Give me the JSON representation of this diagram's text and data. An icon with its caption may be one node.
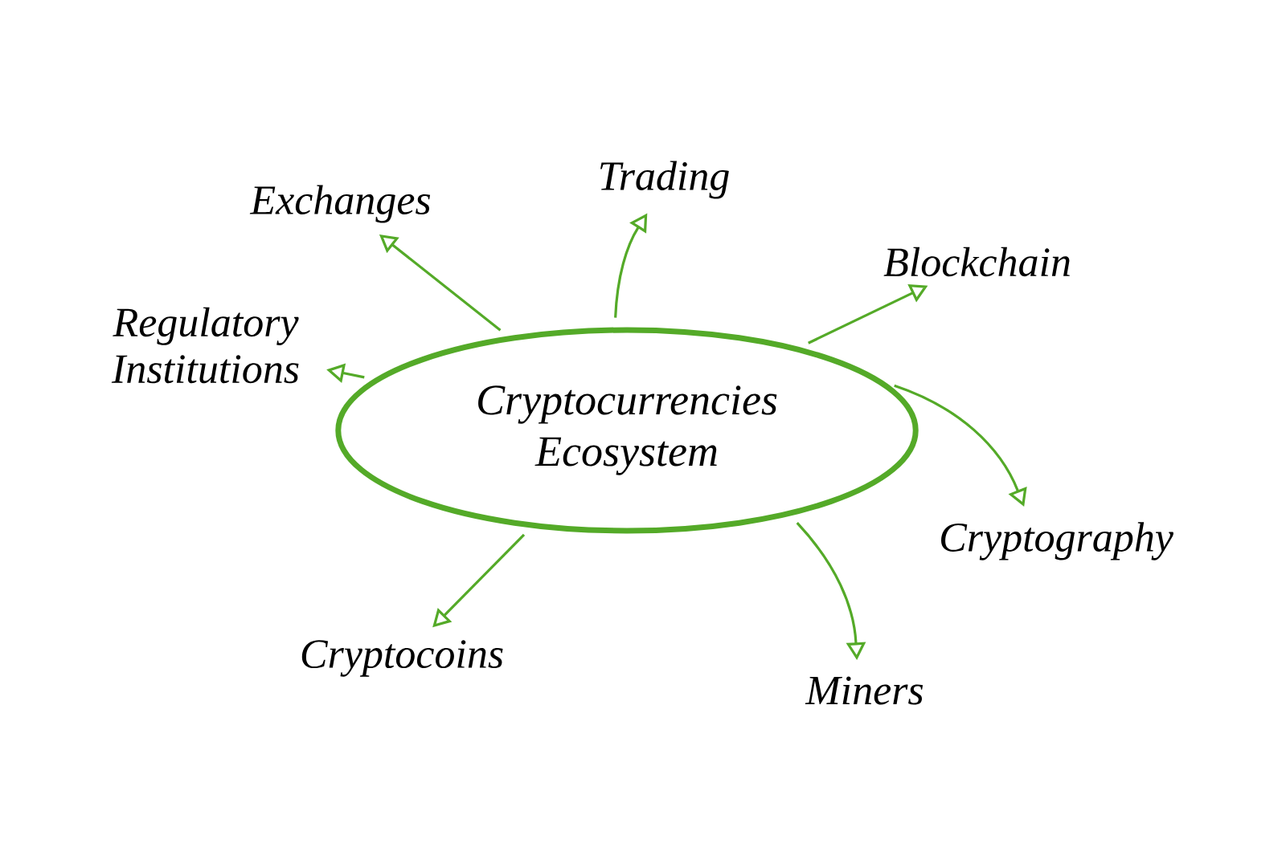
{
  "diagram": {
    "nodes": [
      {
        "text": [
          "Cryptocurrencies Ecosystem"
        ]
      },
      {
        "text": [
          "Exchanges"
        ]
      },
      {
        "text": [
          "Trading"
        ]
      },
      {
        "text": [
          "Blockchain"
        ]
      },
      {
        "text": [
          "Regulatory Institutions"
        ]
      },
      {
        "text": [
          "Cryptography"
        ]
      },
      {
        "text": [
          "Cryptocoins"
        ]
      },
      {
        "text": [
          "Miners"
        ]
      }
    ],
    "edges": [
      {
        "from": 0,
        "to": 1,
        "arrow": "to"
      },
      {
        "from": 0,
        "to": 2,
        "arrow": "to"
      },
      {
        "from": 0,
        "to": 3,
        "arrow": "to"
      },
      {
        "from": 0,
        "to": 4,
        "arrow": "to"
      },
      {
        "from": 0,
        "to": 5,
        "arrow": "to"
      },
      {
        "from": 0,
        "to": 6,
        "arrow": "to"
      },
      {
        "from": 0,
        "to": 7,
        "arrow": "to"
      }
    ]
  }
}
